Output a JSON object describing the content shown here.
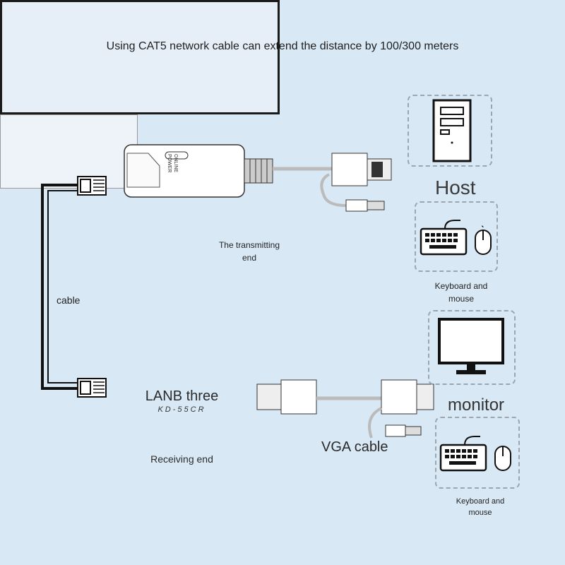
{
  "title": "Using CAT5 network cable can extend the distance by 100/300 meters",
  "transmitter": {
    "caption_line1": "The transmitting",
    "caption_line2": "end",
    "led_power": "POWER",
    "led_online": "ONLINE"
  },
  "receiver": {
    "name": "LANB three",
    "model": "KD-55CR",
    "caption": "Receiving end"
  },
  "cable_label": "cable",
  "vga_label": "VGA cable",
  "host_label": "Host",
  "monitor_label": "monitor",
  "kbm_top": {
    "line1": "Keyboard and",
    "line2": "mouse"
  },
  "kbm_bottom": {
    "line1": "Keyboard and",
    "line2": "mouse"
  }
}
